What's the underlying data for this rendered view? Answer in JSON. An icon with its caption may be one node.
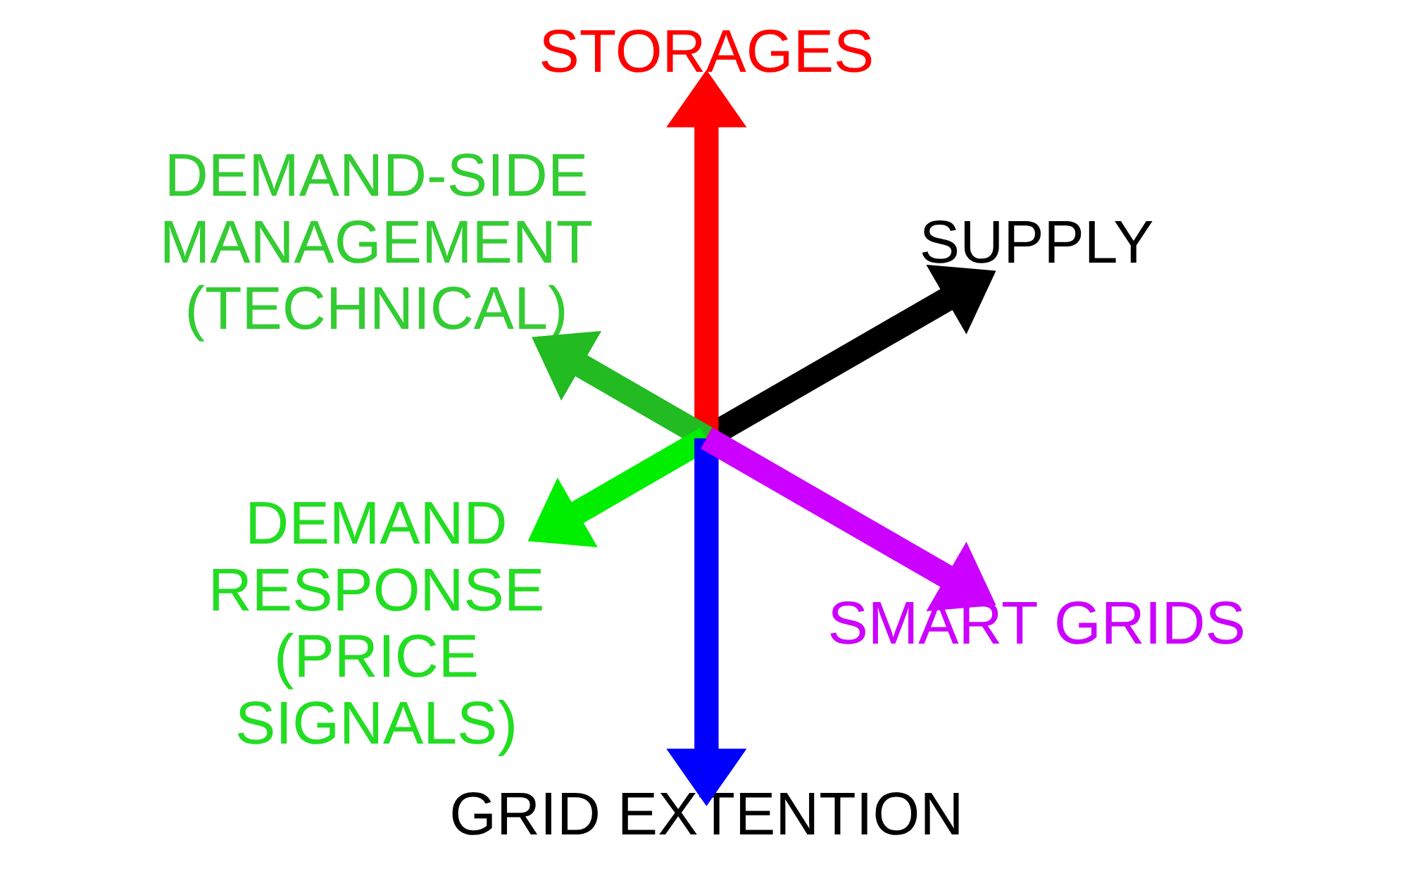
{
  "diagram": {
    "nodes": [
      {
        "text": [
          "SUPPLY"
        ]
      },
      {
        "text": [
          "STORAGES"
        ]
      },
      {
        "text": [
          "DEMAND-SIDE MANAGEMENT (TECHNICAL)"
        ]
      },
      {
        "text": [
          "DEMAND RESPONSE (PRICE SIGNALS)"
        ]
      },
      {
        "text": [
          "GRID EXTENTION"
        ]
      },
      {
        "text": [
          "SMART GRIDS"
        ]
      }
    ],
    "edges": [
      {
        "from": null,
        "to": 0,
        "arrow": "to",
        "color": "#000000"
      },
      {
        "from": null,
        "to": 2,
        "arrow": "to",
        "color": "#22bb22"
      },
      {
        "from": null,
        "to": 3,
        "arrow": "to",
        "color": "#00ee00"
      },
      {
        "from": null,
        "to": 5,
        "arrow": "to",
        "color": "#cc00ff"
      },
      {
        "from": null,
        "to": 4,
        "arrow": "to",
        "color": "#0000ff"
      },
      {
        "from": null,
        "to": 1,
        "arrow": "to",
        "color": "#ff0000"
      }
    ]
  }
}
